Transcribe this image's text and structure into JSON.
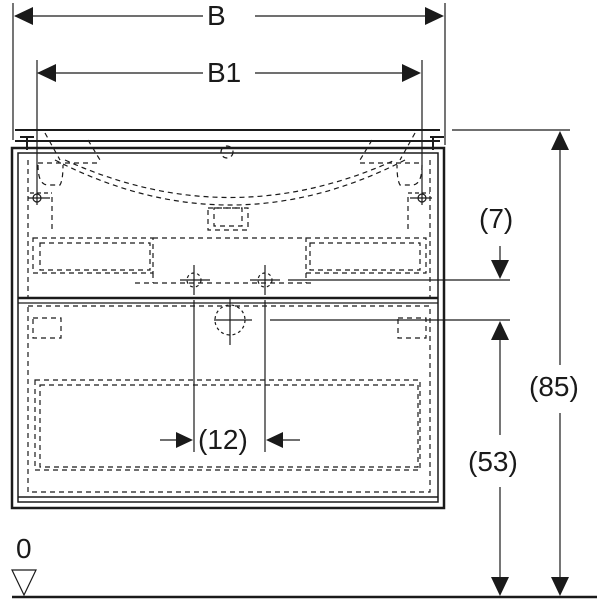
{
  "drawing": {
    "title": "Vanity unit with two drawers - front view dimension drawing",
    "line_color": "#1a1a1a",
    "background": "#ffffff"
  },
  "dimensions": {
    "overall_width": {
      "label": "B"
    },
    "inner_width": {
      "label": "B1"
    },
    "drawer_offset": {
      "label": "(7)"
    },
    "overall_height": {
      "label": "(85)"
    },
    "drawer_height": {
      "label": "(53)"
    },
    "drain_offset": {
      "label": "(12)"
    }
  },
  "datum": {
    "label": "0",
    "symbol": "ground-level-triangle"
  }
}
